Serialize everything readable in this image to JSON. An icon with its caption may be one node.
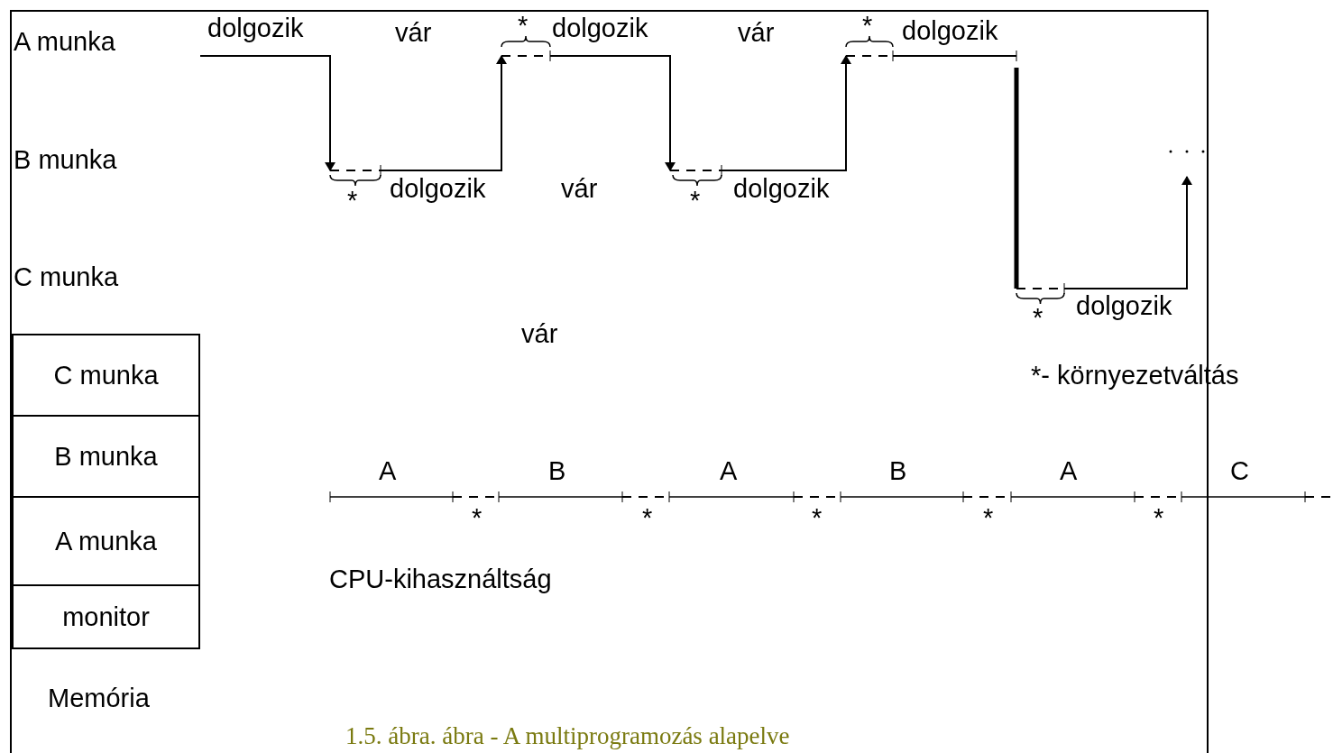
{
  "diagram": {
    "caption": "1.5. ábra. ábra - A multiprogramozás alapelve",
    "nodes": [
      {
        "text": [
          "C munka"
        ]
      },
      {
        "text": [
          "B munka"
        ]
      },
      {
        "text": [
          "A munka"
        ]
      },
      {
        "text": [
          "monitor"
        ]
      }
    ],
    "labels": [
      "A munka",
      "dolgozik",
      "vár",
      "*",
      "dolgozik",
      "vár",
      "*",
      "dolgozik",
      "B munka",
      "*",
      "dolgozik",
      "vár",
      "*",
      "dolgozik",
      "C munka",
      "*",
      "dolgozik",
      "vár",
      "*- környezetváltás",
      "A",
      "B",
      "A",
      "B",
      "A",
      "C",
      "*",
      "*",
      "*",
      "*",
      "*",
      "CPU-kihasználtság",
      "Memória"
    ]
  }
}
